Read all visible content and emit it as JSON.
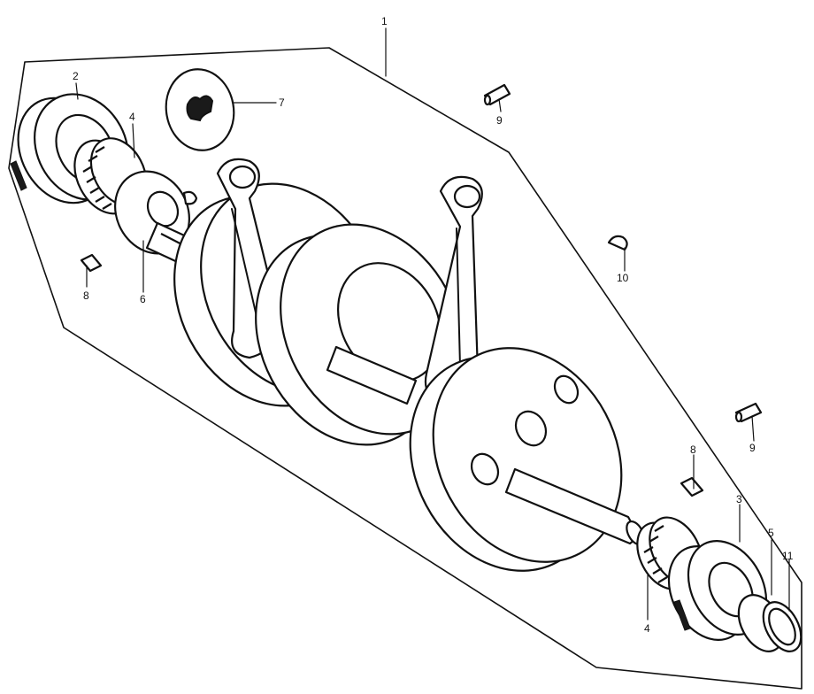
{
  "diagram": {
    "callouts": [
      {
        "id": "c1",
        "text": "1"
      },
      {
        "id": "c2",
        "text": "2"
      },
      {
        "id": "c4a",
        "text": "4"
      },
      {
        "id": "c7",
        "text": "7"
      },
      {
        "id": "c9a",
        "text": "9"
      },
      {
        "id": "c6",
        "text": "6"
      },
      {
        "id": "c8a",
        "text": "8"
      },
      {
        "id": "c10",
        "text": "10"
      },
      {
        "id": "c9b",
        "text": "9"
      },
      {
        "id": "c8b",
        "text": "8"
      },
      {
        "id": "c3",
        "text": "3"
      },
      {
        "id": "c5",
        "text": "5"
      },
      {
        "id": "c11",
        "text": "11"
      },
      {
        "id": "c4b",
        "text": "4"
      }
    ]
  }
}
